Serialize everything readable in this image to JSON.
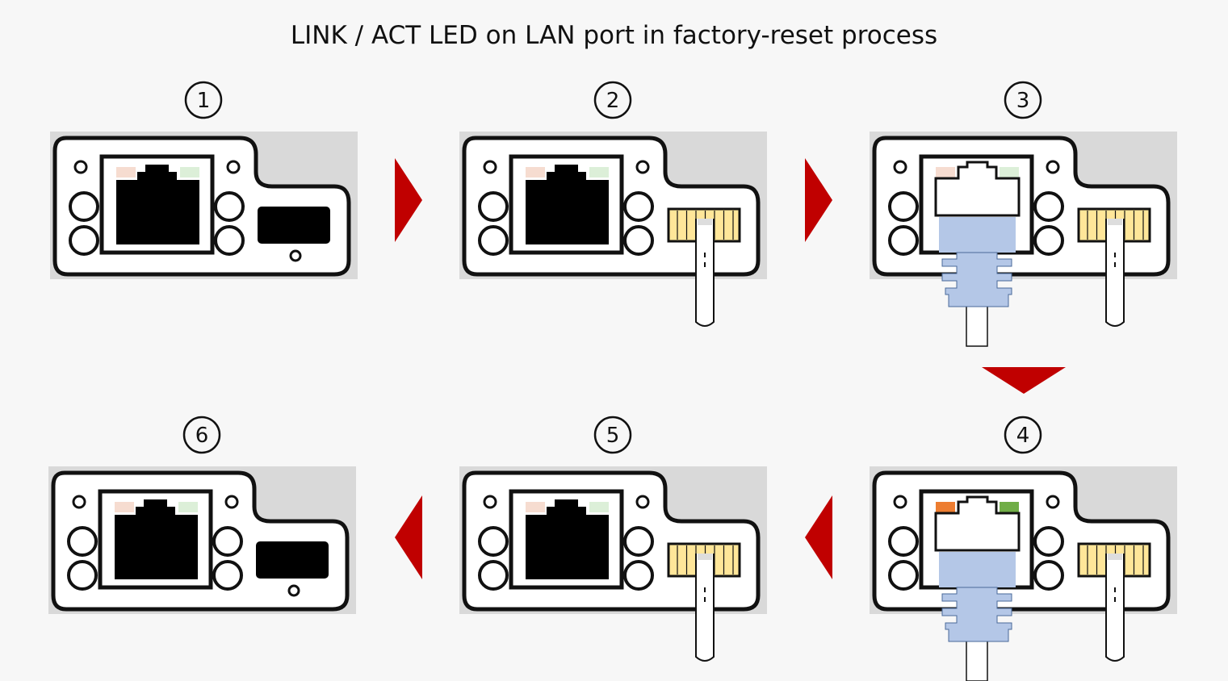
{
  "title": "LINK / ACT LED on LAN port in factory-reset process",
  "steps": [
    {
      "number": "1",
      "usb_slot": "empty",
      "lan_cable": false,
      "leds_on": false
    },
    {
      "number": "2",
      "usb_slot": "usb-key",
      "lan_cable": false,
      "leds_on": false
    },
    {
      "number": "3",
      "usb_slot": "usb-key",
      "lan_cable": true,
      "leds_on": false
    },
    {
      "number": "4",
      "usb_slot": "usb-key",
      "lan_cable": true,
      "leds_on": true
    },
    {
      "number": "5",
      "usb_slot": "usb-key",
      "lan_cable": false,
      "leds_on": false
    },
    {
      "number": "6",
      "usb_slot": "empty",
      "lan_cable": false,
      "leds_on": false
    }
  ],
  "flow_arrows": [
    "right",
    "right",
    "down",
    "left",
    "left"
  ],
  "colors": {
    "panel_bg": "#d9d9d9",
    "arrow": "#c00000",
    "led_link_off": "#f6dcd0",
    "led_act_off": "#dcefd8",
    "led_link_on": "#ed7d31",
    "led_act_on": "#70ad47",
    "cable": "#b4c7e7",
    "usb_key": "#ffe699"
  }
}
